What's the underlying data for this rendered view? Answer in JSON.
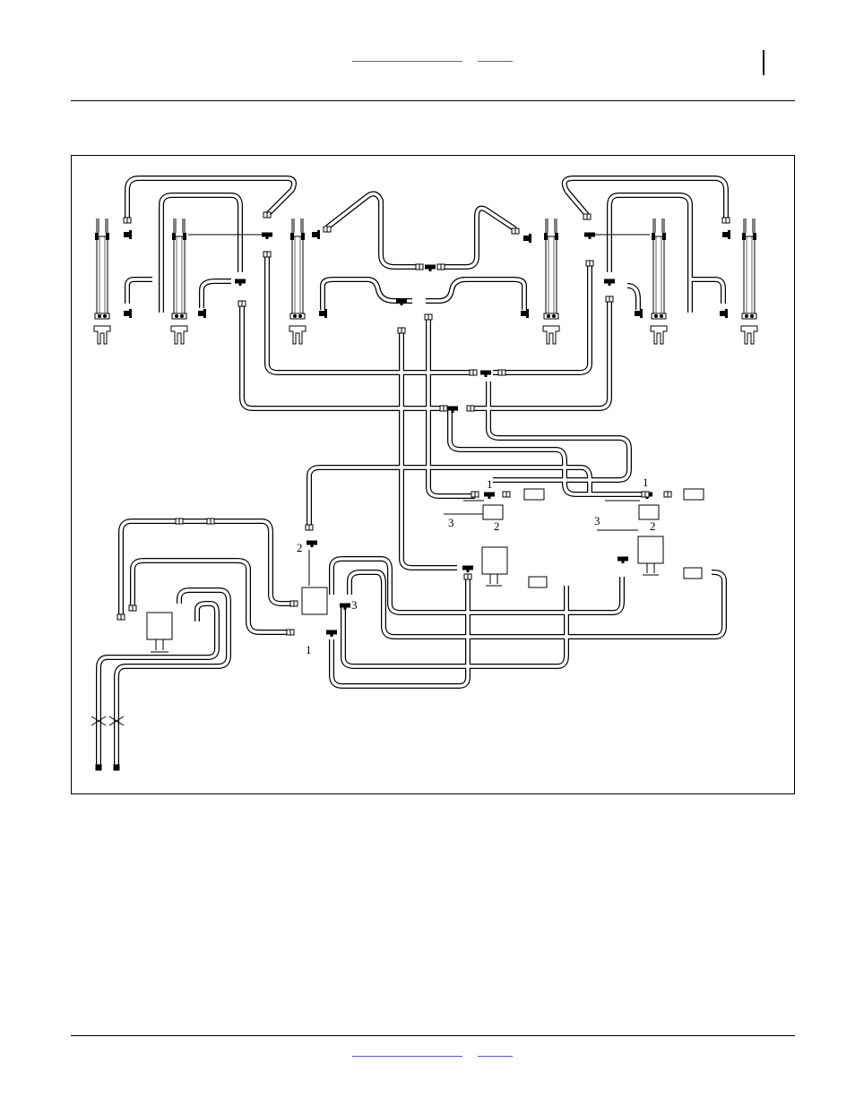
{
  "header": {
    "link_primary": "",
    "link_secondary": ""
  },
  "footer": {
    "link_primary": "",
    "link_secondary": ""
  },
  "diagram": {
    "callouts": {
      "c1a": "1",
      "c2a": "2",
      "c3a": "3",
      "c1b": "1",
      "c2b": "2",
      "c3b": "3",
      "c1c": "1",
      "c2c": "2",
      "c3c": "3"
    }
  }
}
